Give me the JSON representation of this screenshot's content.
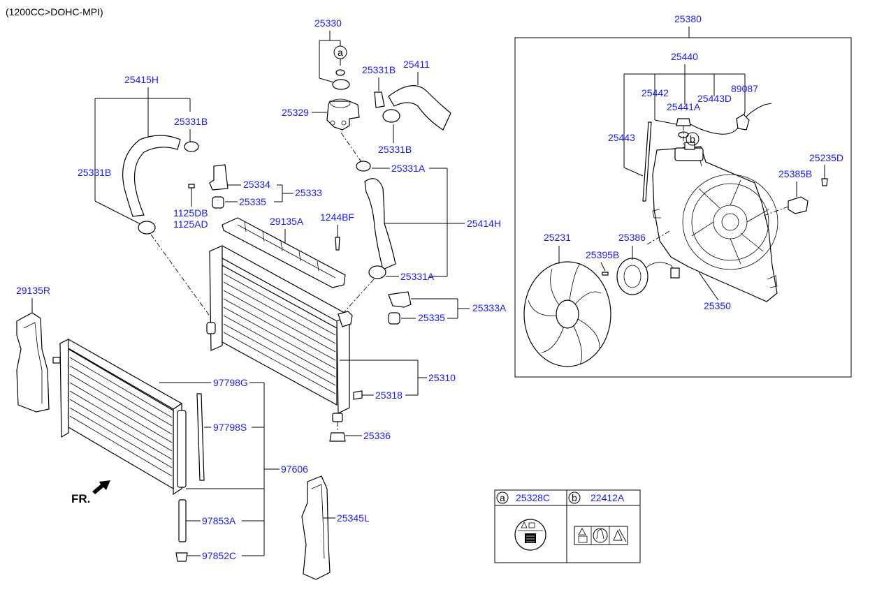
{
  "header": {
    "engine": "(1200CC>DOHC-MPI)"
  },
  "labels": {
    "l25330": "25330",
    "l25331B_top": "25331B",
    "l25411": "25411",
    "l25329": "25329",
    "l25331B_mid": "25331B",
    "l25331A_top": "25331A",
    "l25415H": "25415H",
    "l25331B_left": "25331B",
    "l25331B_hose": "25331B",
    "l25334": "25334",
    "l25333": "25333",
    "l25335_top": "25335",
    "l1125DB": "1125DB",
    "l1125AD": "1125AD",
    "l29135A": "29135A",
    "l1244BF": "1244BF",
    "l25414H": "25414H",
    "l25331A_low": "25331A",
    "l25333A": "25333A",
    "l25335_low": "25335",
    "l29135R": "29135R",
    "l25310": "25310",
    "l25318": "25318",
    "l25336": "25336",
    "l97798G": "97798G",
    "l97798S": "97798S",
    "l97606": "97606",
    "l97853A": "97853A",
    "l97852C": "97852C",
    "l25345L": "25345L",
    "l25380": "25380",
    "l25440": "25440",
    "l25442": "25442",
    "l25443D": "25443D",
    "l89087": "89087",
    "l25441A": "25441A",
    "l25443": "25443",
    "l25235D": "25235D",
    "l25385B": "25385B",
    "l25231": "25231",
    "l25386": "25386",
    "l25395B": "25395B",
    "l25350": "25350"
  },
  "callouts": {
    "a": "a",
    "b": "b"
  },
  "legend": {
    "a_letter": "a",
    "a_part": "25328C",
    "b_letter": "b",
    "b_part": "22412A"
  },
  "direction": {
    "label": "FR."
  }
}
